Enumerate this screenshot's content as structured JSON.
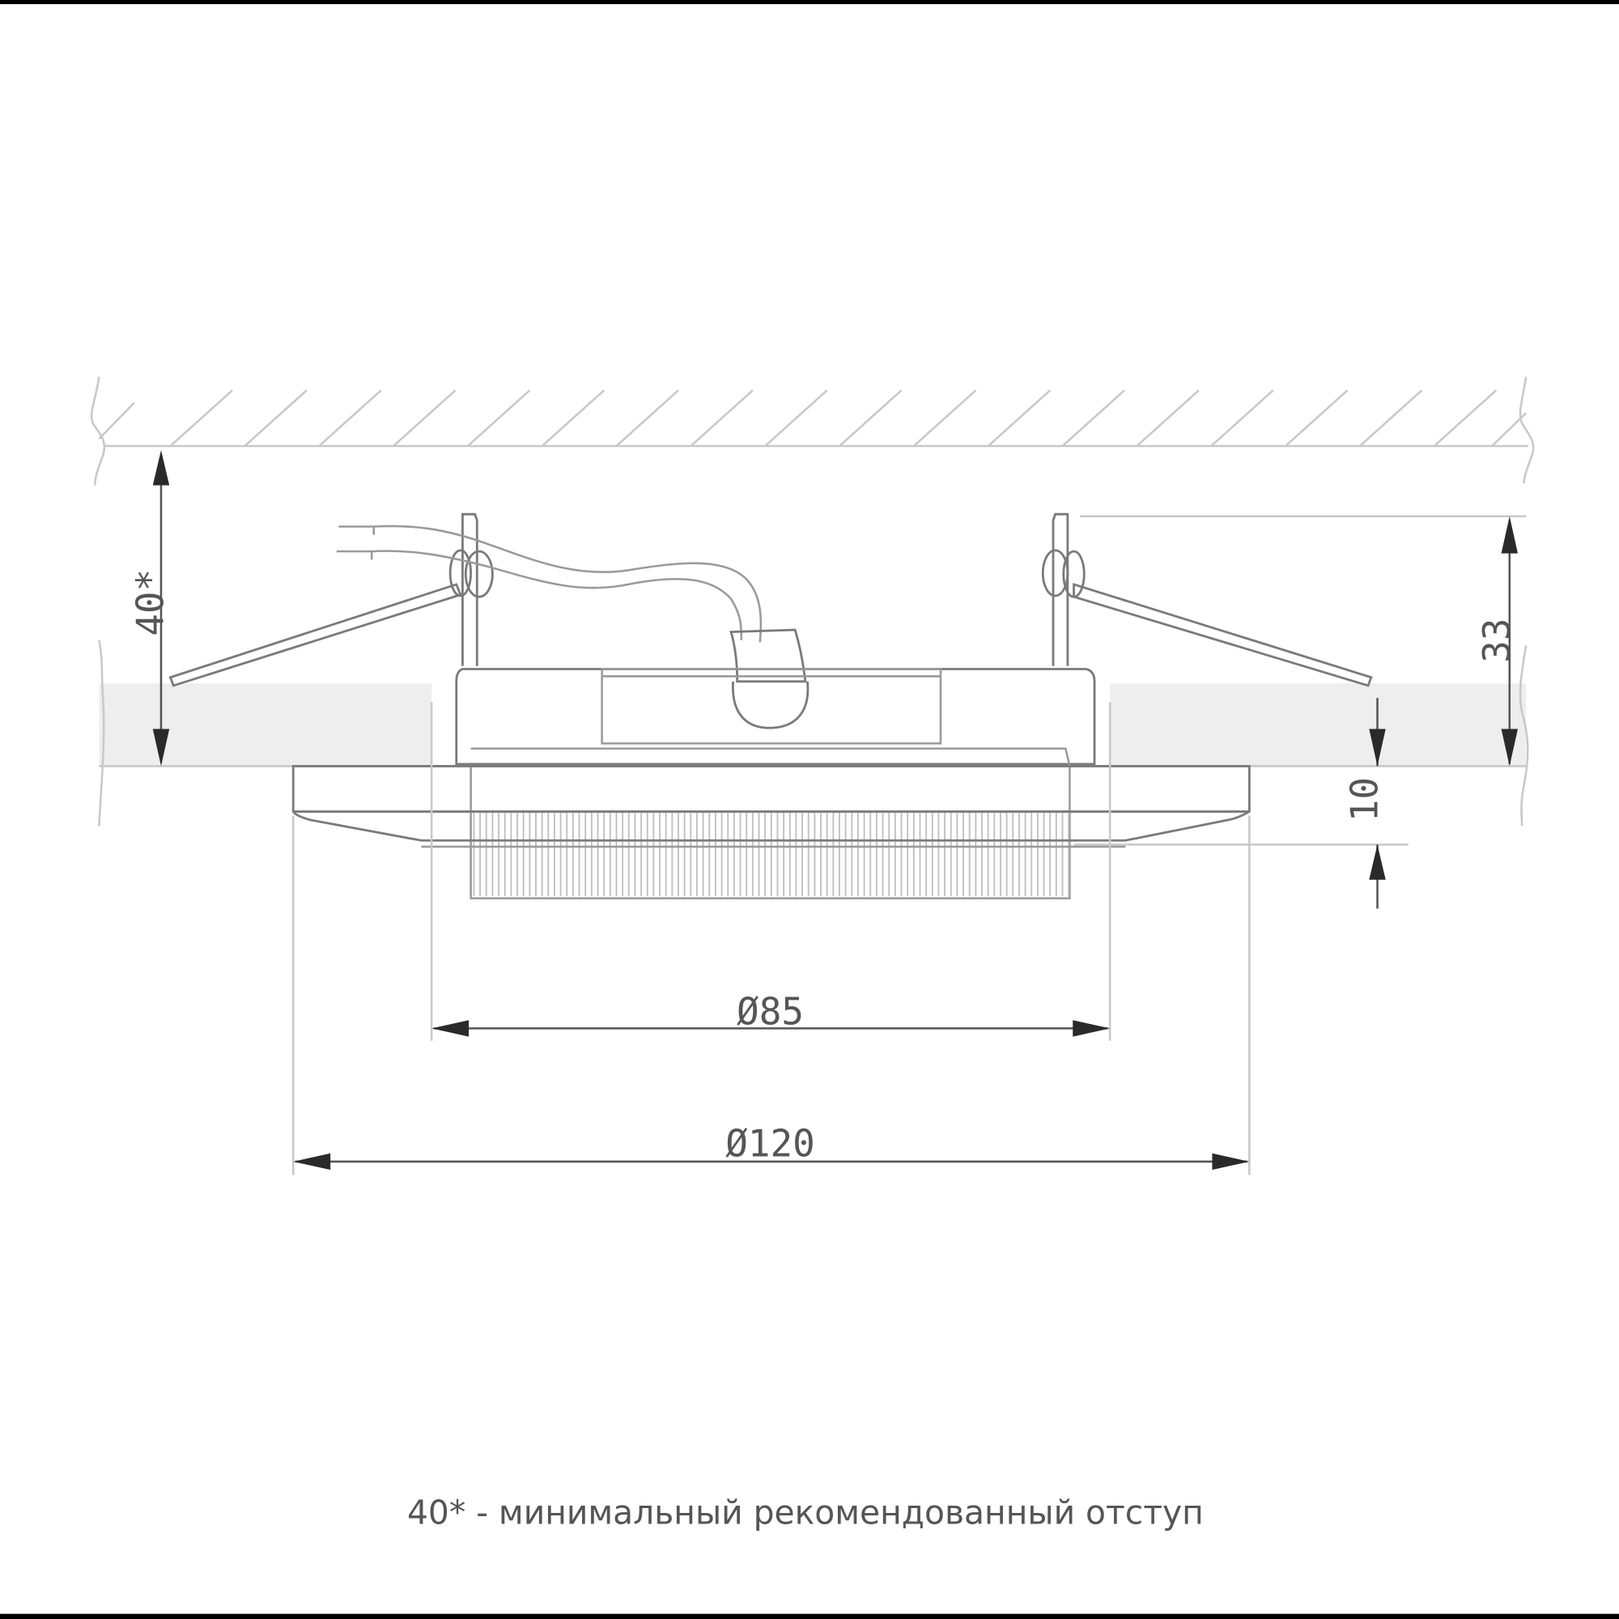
{
  "drawing": {
    "type": "technical-dimension-drawing",
    "subject": "recessed ceiling luminaire, side view",
    "dimensions": {
      "min_depth": "40*",
      "fixture_height": "33",
      "protrusion": "10",
      "cutout_diameter": "Ø85",
      "outer_diameter": "Ø120"
    },
    "footnote": "40* - минимальный рекомендованный отступ",
    "colors": {
      "background": "#ffffff",
      "frame_bar": "#000000",
      "lines": "#9a9a9a",
      "arrows": "#2a2a2a",
      "ceiling_fill": "#eeeeee",
      "text": "#555555"
    }
  }
}
